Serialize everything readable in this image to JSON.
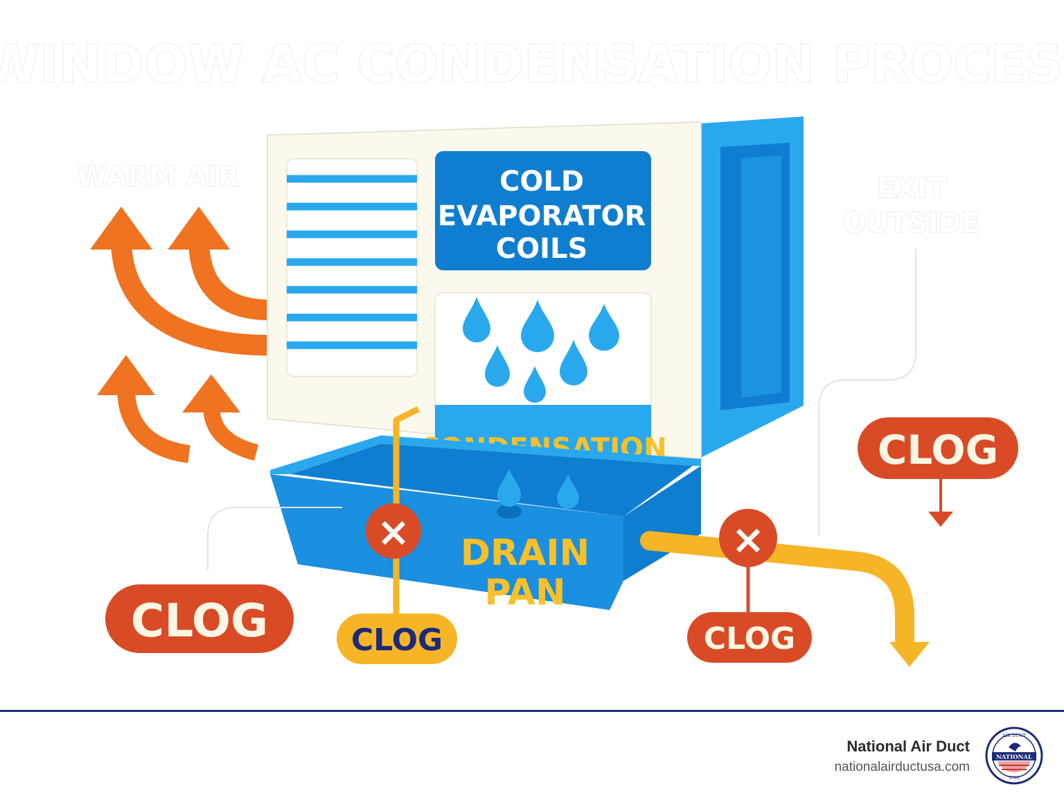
{
  "title": "WINDOW AC CONDENSATION PROCESS",
  "labels": {
    "warm_air": "WARM AIR",
    "coils_line1": "COLD",
    "coils_line2": "EVAPORATOR",
    "coils_line3": "COILS",
    "condensation": "CONDENSATION",
    "drain_line1": "DRAIN",
    "drain_line2": "PAN",
    "exit_line1": "EXIT",
    "exit_line2": "OUTSIDE"
  },
  "clogs": [
    {
      "text": "CLOG",
      "color": "#d94b26"
    },
    {
      "text": "CLOG",
      "color": "#f6b526"
    },
    {
      "text": "CLOG",
      "color": "#d94b26"
    },
    {
      "text": "CLOG",
      "color": "#d94b26"
    }
  ],
  "blocked_marks": [
    "×",
    "×"
  ],
  "footer": {
    "brand_name": "National Air Duct",
    "brand_url": "nationalairductusa.com",
    "seal_top": "AIR DUCT",
    "seal_middle": "NATIONAL",
    "seal_bottom": "USA"
  },
  "colors": {
    "blue_dark": "#0f7ed0",
    "blue_light": "#2aa8ee",
    "cream": "#fbf9ee",
    "orange": "#ef7320",
    "yellow": "#f6b526",
    "red": "#d94b26",
    "navy": "#1c2a78"
  }
}
